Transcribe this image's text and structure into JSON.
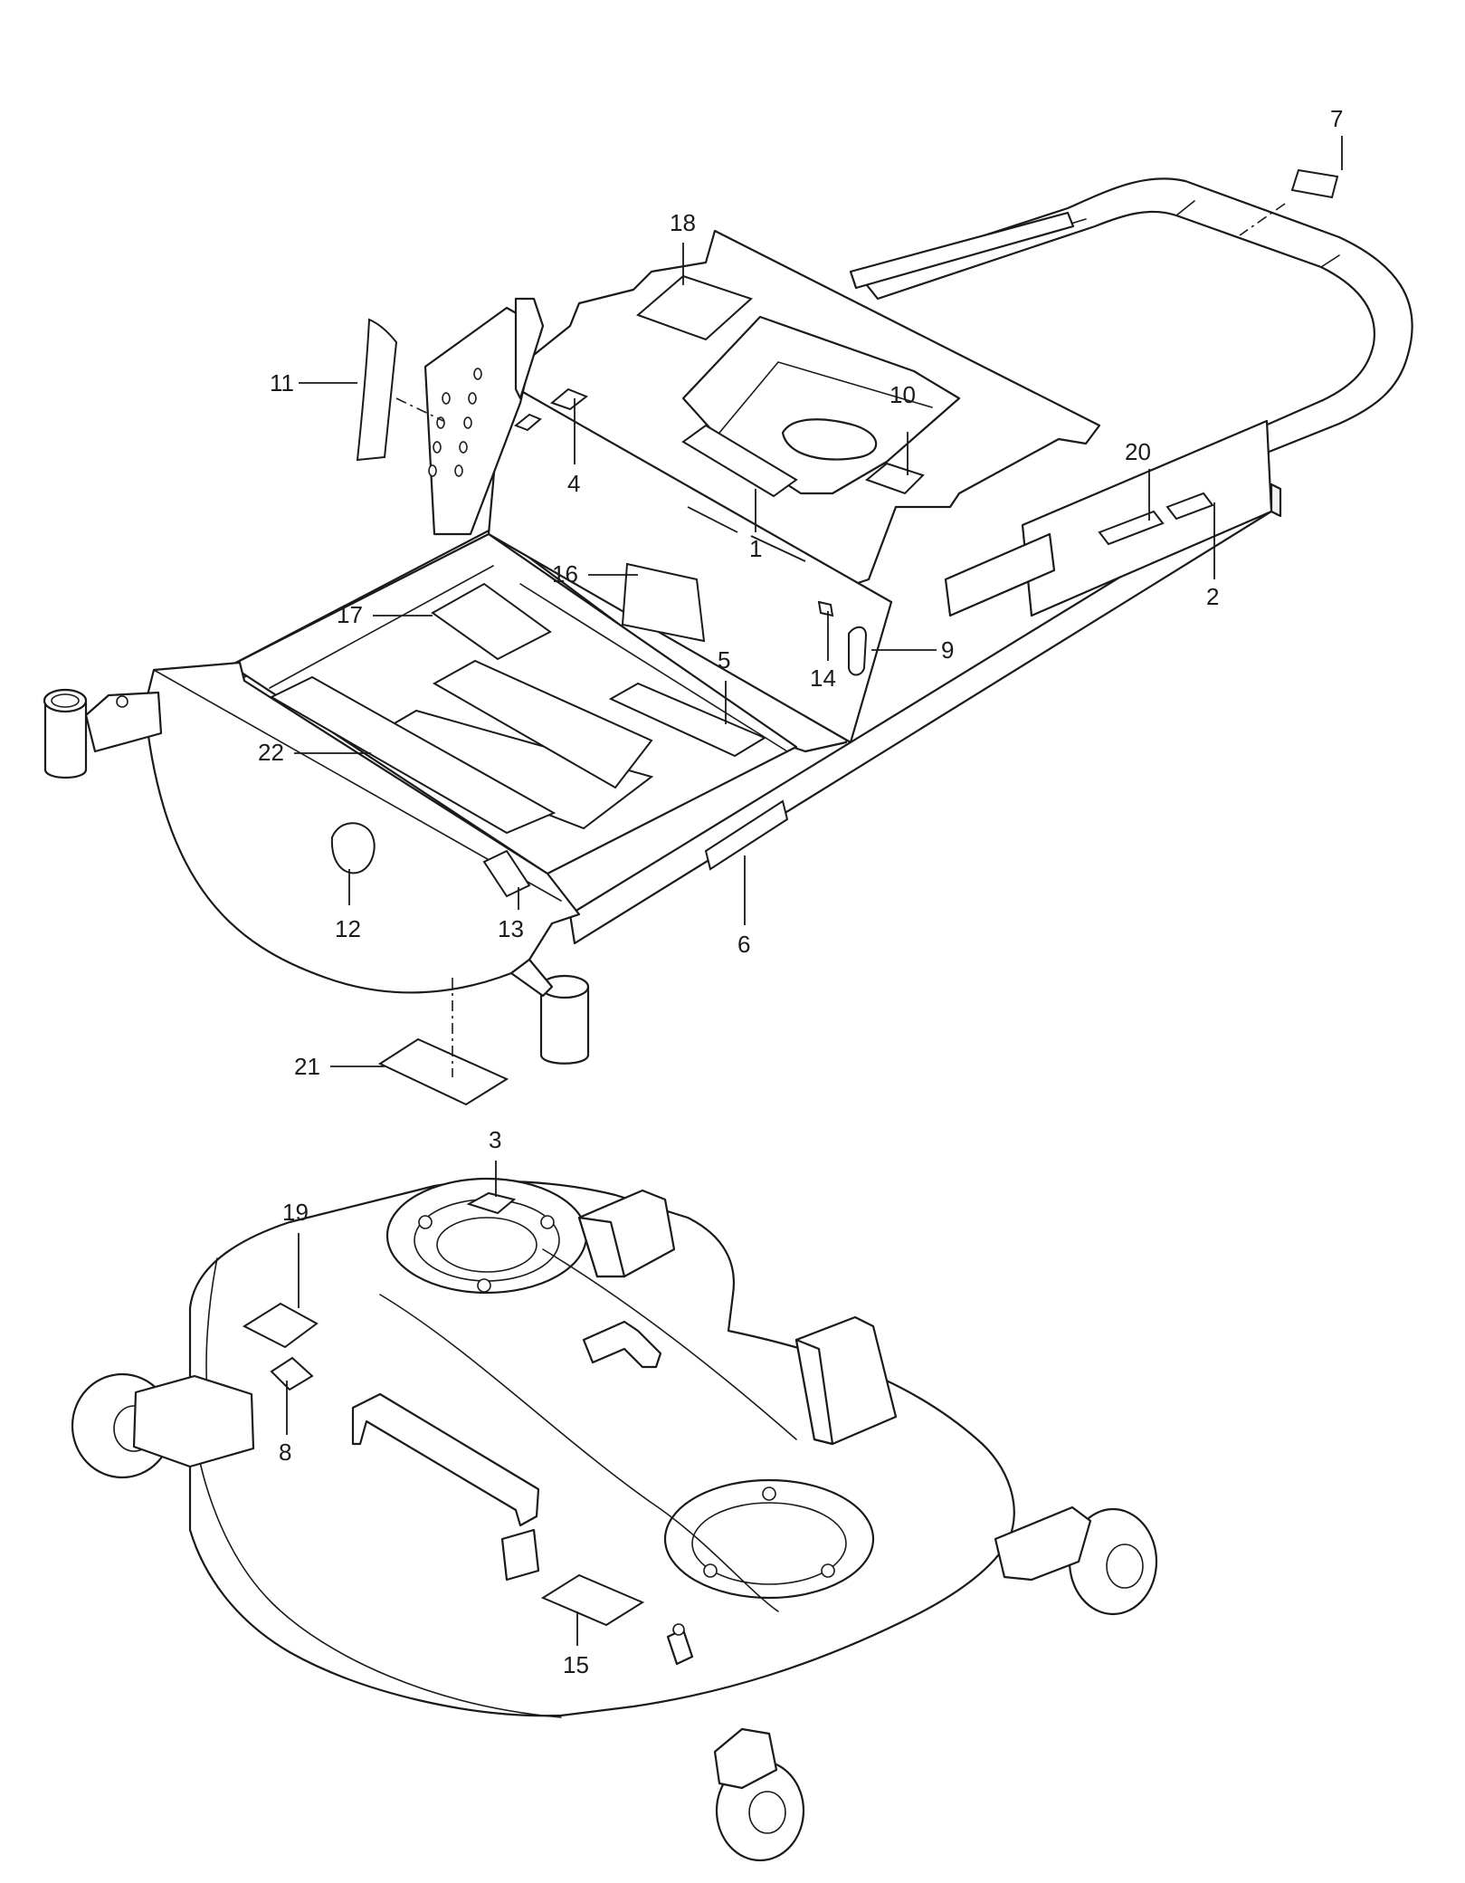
{
  "callouts": [
    {
      "id": "c1",
      "label": "1"
    },
    {
      "id": "c2",
      "label": "2"
    },
    {
      "id": "c3",
      "label": "3"
    },
    {
      "id": "c4",
      "label": "4"
    },
    {
      "id": "c5",
      "label": "5"
    },
    {
      "id": "c6",
      "label": "6"
    },
    {
      "id": "c7",
      "label": "7"
    },
    {
      "id": "c8",
      "label": "8"
    },
    {
      "id": "c9",
      "label": "9"
    },
    {
      "id": "c10",
      "label": "10"
    },
    {
      "id": "c11",
      "label": "11"
    },
    {
      "id": "c12",
      "label": "12"
    },
    {
      "id": "c13",
      "label": "13"
    },
    {
      "id": "c14",
      "label": "14"
    },
    {
      "id": "c15",
      "label": "15"
    },
    {
      "id": "c16",
      "label": "16"
    },
    {
      "id": "c17",
      "label": "17"
    },
    {
      "id": "c18",
      "label": "18"
    },
    {
      "id": "c19",
      "label": "19"
    },
    {
      "id": "c20",
      "label": "20"
    },
    {
      "id": "c21",
      "label": "21"
    },
    {
      "id": "c22",
      "label": "22"
    }
  ],
  "colors": {
    "line": "#1a1a1a",
    "background": "#ffffff"
  }
}
